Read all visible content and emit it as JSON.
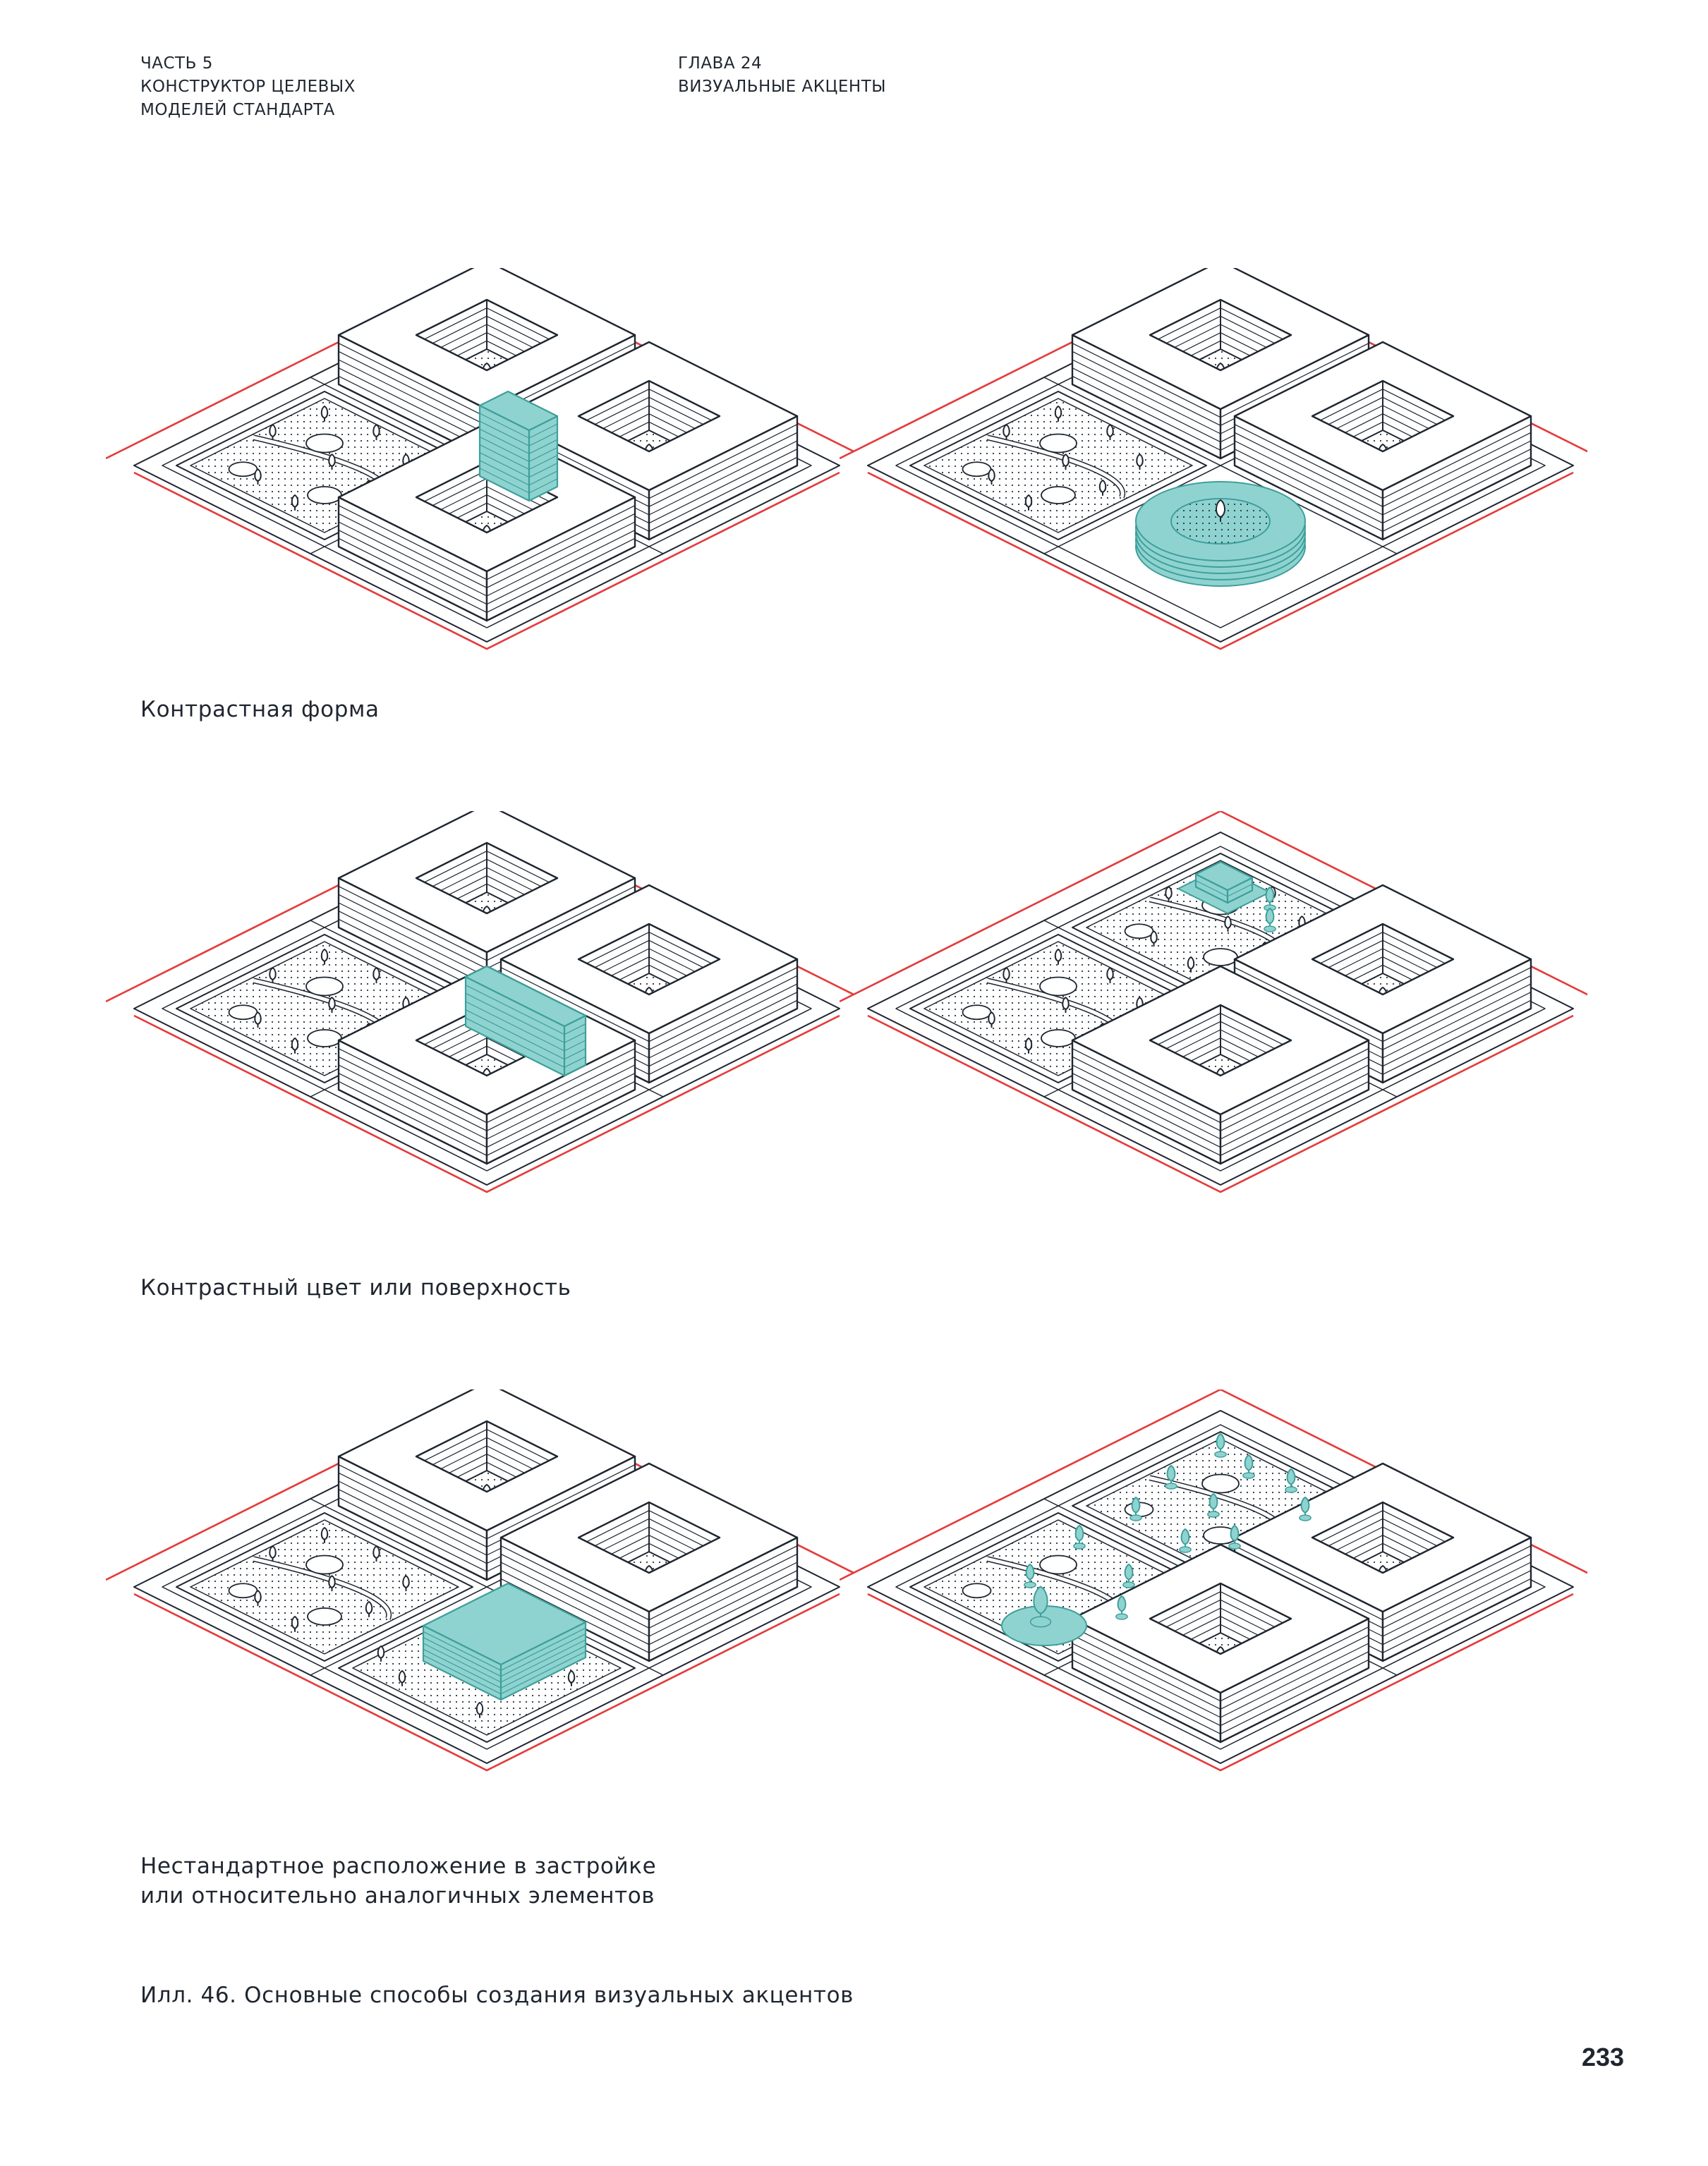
{
  "header": {
    "part_line1": "ЧАСТЬ 5",
    "part_line2": "КОНСТРУКТОР ЦЕЛЕВЫХ",
    "part_line3": "МОДЕЛЕЙ СТАНДАРТА",
    "chapter_line1": "ГЛАВА 24",
    "chapter_line2": "ВИЗУАЛЬНЫЕ АКЦЕНТЫ"
  },
  "captions": {
    "form": "Контрастная форма",
    "color": "Контрастный цвет или поверхность",
    "placement_line1": "Нестандартное расположение в застройке",
    "placement_line2": "или относительно аналогичных элементов",
    "figure": "Илл. 46. Основные способы создания визуальных акцентов"
  },
  "page_number": "233",
  "colors": {
    "ink": "#1f2630",
    "red": "#e53b3b",
    "accent": "#8fd3d0",
    "accent_stroke": "#3e9f9b"
  }
}
